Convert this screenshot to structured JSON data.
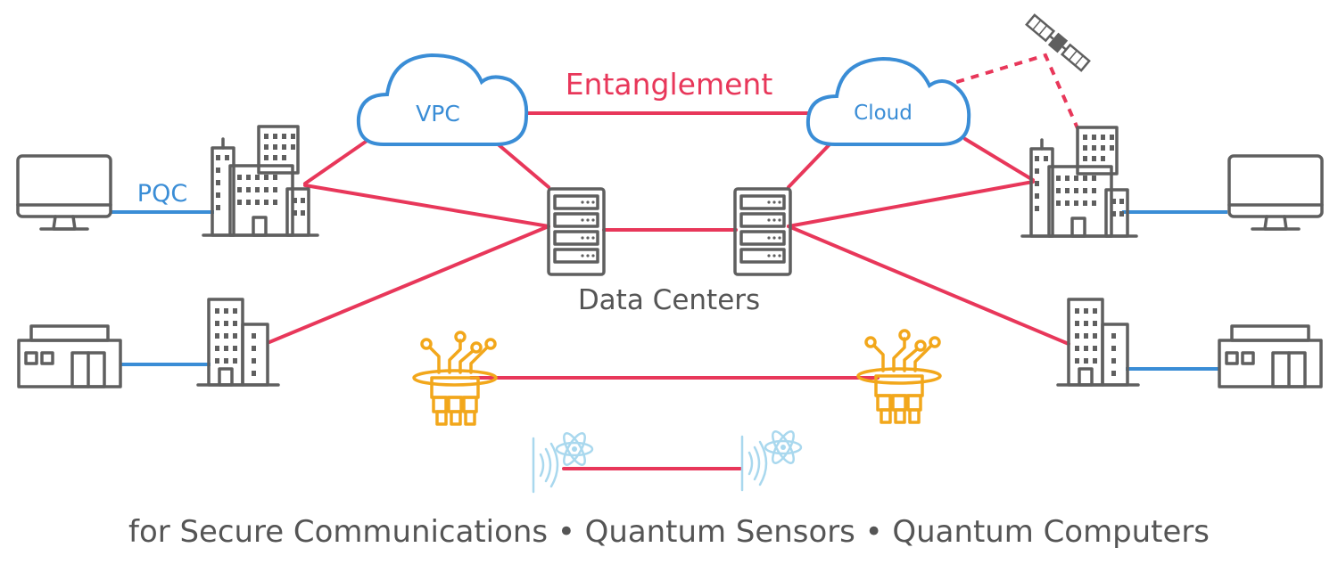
{
  "labels": {
    "entanglement": "Entanglement",
    "vpc": "VPC",
    "cloud": "Cloud",
    "pqc": "PQC",
    "data_centers": "Data Centers",
    "caption": "for Secure Communications • Quantum Sensors • Quantum Computers"
  },
  "icons": {
    "monitor": "monitor-icon",
    "office_building": "office-building-icon",
    "tower_building": "tower-building-icon",
    "server_rack": "server-rack-icon",
    "cloud": "cloud-icon",
    "satellite": "satellite-icon",
    "shop": "shop-icon",
    "quantum_computer": "quantum-computer-icon",
    "quantum_sensor": "quantum-sensor-icon"
  },
  "colors": {
    "entanglement_link": "#E8375A",
    "classical_link": "#3A8DD6",
    "icon_gray": "#5f5f5f",
    "quantum_computer": "#F2A71B",
    "quantum_sensor": "#A9D8EE"
  }
}
